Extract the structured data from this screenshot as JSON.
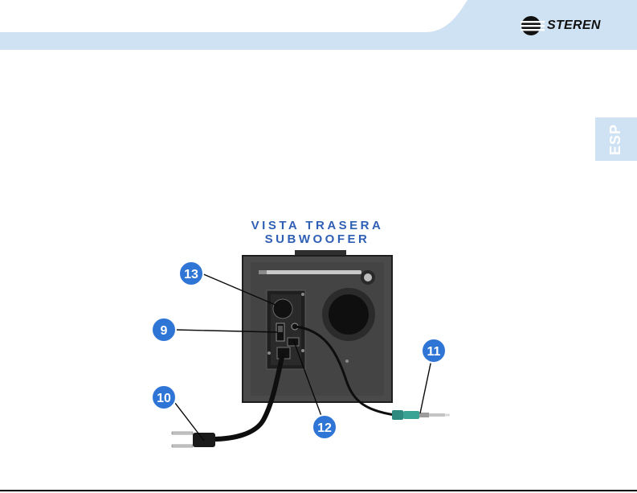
{
  "header": {
    "brand_name": "STEREN",
    "brand_icon": "steren-logo-icon",
    "band_color": "#cfe2f3"
  },
  "language_tab": {
    "label": "ESP",
    "color": "#cfe2f3"
  },
  "view": {
    "title_line1": "VISTA TRASERA",
    "title_line2": "SUBWOOFER",
    "title_color": "#2f5fb5"
  },
  "callouts": [
    {
      "id": "13",
      "label": "13"
    },
    {
      "id": "9",
      "label": "9"
    },
    {
      "id": "10",
      "label": "10"
    },
    {
      "id": "11",
      "label": "11"
    },
    {
      "id": "12",
      "label": "12"
    }
  ],
  "callout_color": "#2f75d6"
}
